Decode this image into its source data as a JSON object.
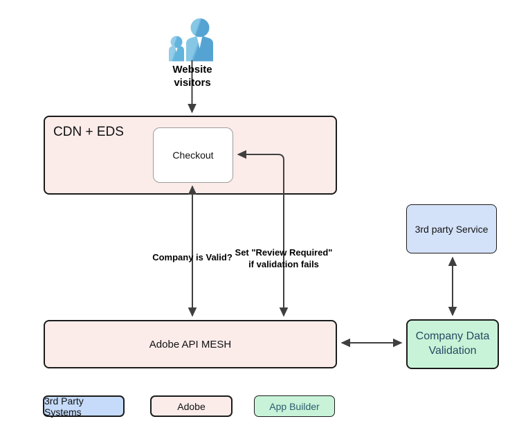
{
  "diagram": {
    "visitors": {
      "label": "Website visitors"
    },
    "cdn_eds": {
      "title": "CDN + EDS",
      "checkout_label": "Checkout"
    },
    "api_mesh": {
      "label": "Adobe API MESH"
    },
    "third_party_service": {
      "label": "3rd party Service"
    },
    "company_data_validation": {
      "label": "Company Data Validation"
    },
    "edges": {
      "company_is_valid": "Company is Valid?",
      "review_required_line1": "Set \"Review Required\"",
      "review_required_line2": "if validation fails"
    },
    "legend": [
      {
        "label": "3rd Party Systems"
      },
      {
        "label": "Adobe"
      },
      {
        "label": "App Builder"
      }
    ],
    "colors": {
      "adobe_fill": "#fbecea",
      "third_party_service_fill": "#d4e2f9",
      "legend_third_party_fill": "#c5dbf9",
      "app_builder_fill": "#c8f3d8",
      "company_data_validation_text": "#264a63",
      "app_builder_text": "#2d5c6e",
      "node_border": "#1b1b1b",
      "checkout_border": "#9c9c9c",
      "arrow": "#3f3f3f",
      "icon_blue": "#55a3d2",
      "icon_blue_light": "#85c7e5"
    }
  }
}
